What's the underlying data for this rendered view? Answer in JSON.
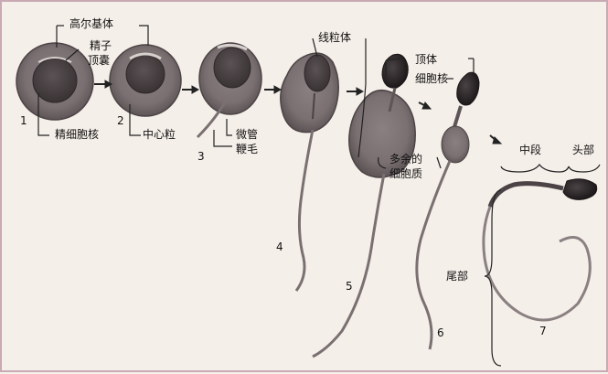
{
  "labels": {
    "golgi": "高尔基体",
    "acrosome_vesicle_1": "精子",
    "acrosome_vesicle_2": "顶囊",
    "nucleus": "精细胞核",
    "centriole": "中心粒",
    "microtubule": "微管",
    "flagellum": "鞭毛",
    "mitochondria": "线粒体",
    "acrosome": "顶体",
    "cell_nucleus": "细胞核",
    "excess_cytoplasm_1": "多余的",
    "excess_cytoplasm_2": "细胞质",
    "midpiece": "中段",
    "head": "头部",
    "tail": "尾部"
  },
  "stages": [
    "1",
    "2",
    "3",
    "4",
    "5",
    "6",
    "7"
  ]
}
